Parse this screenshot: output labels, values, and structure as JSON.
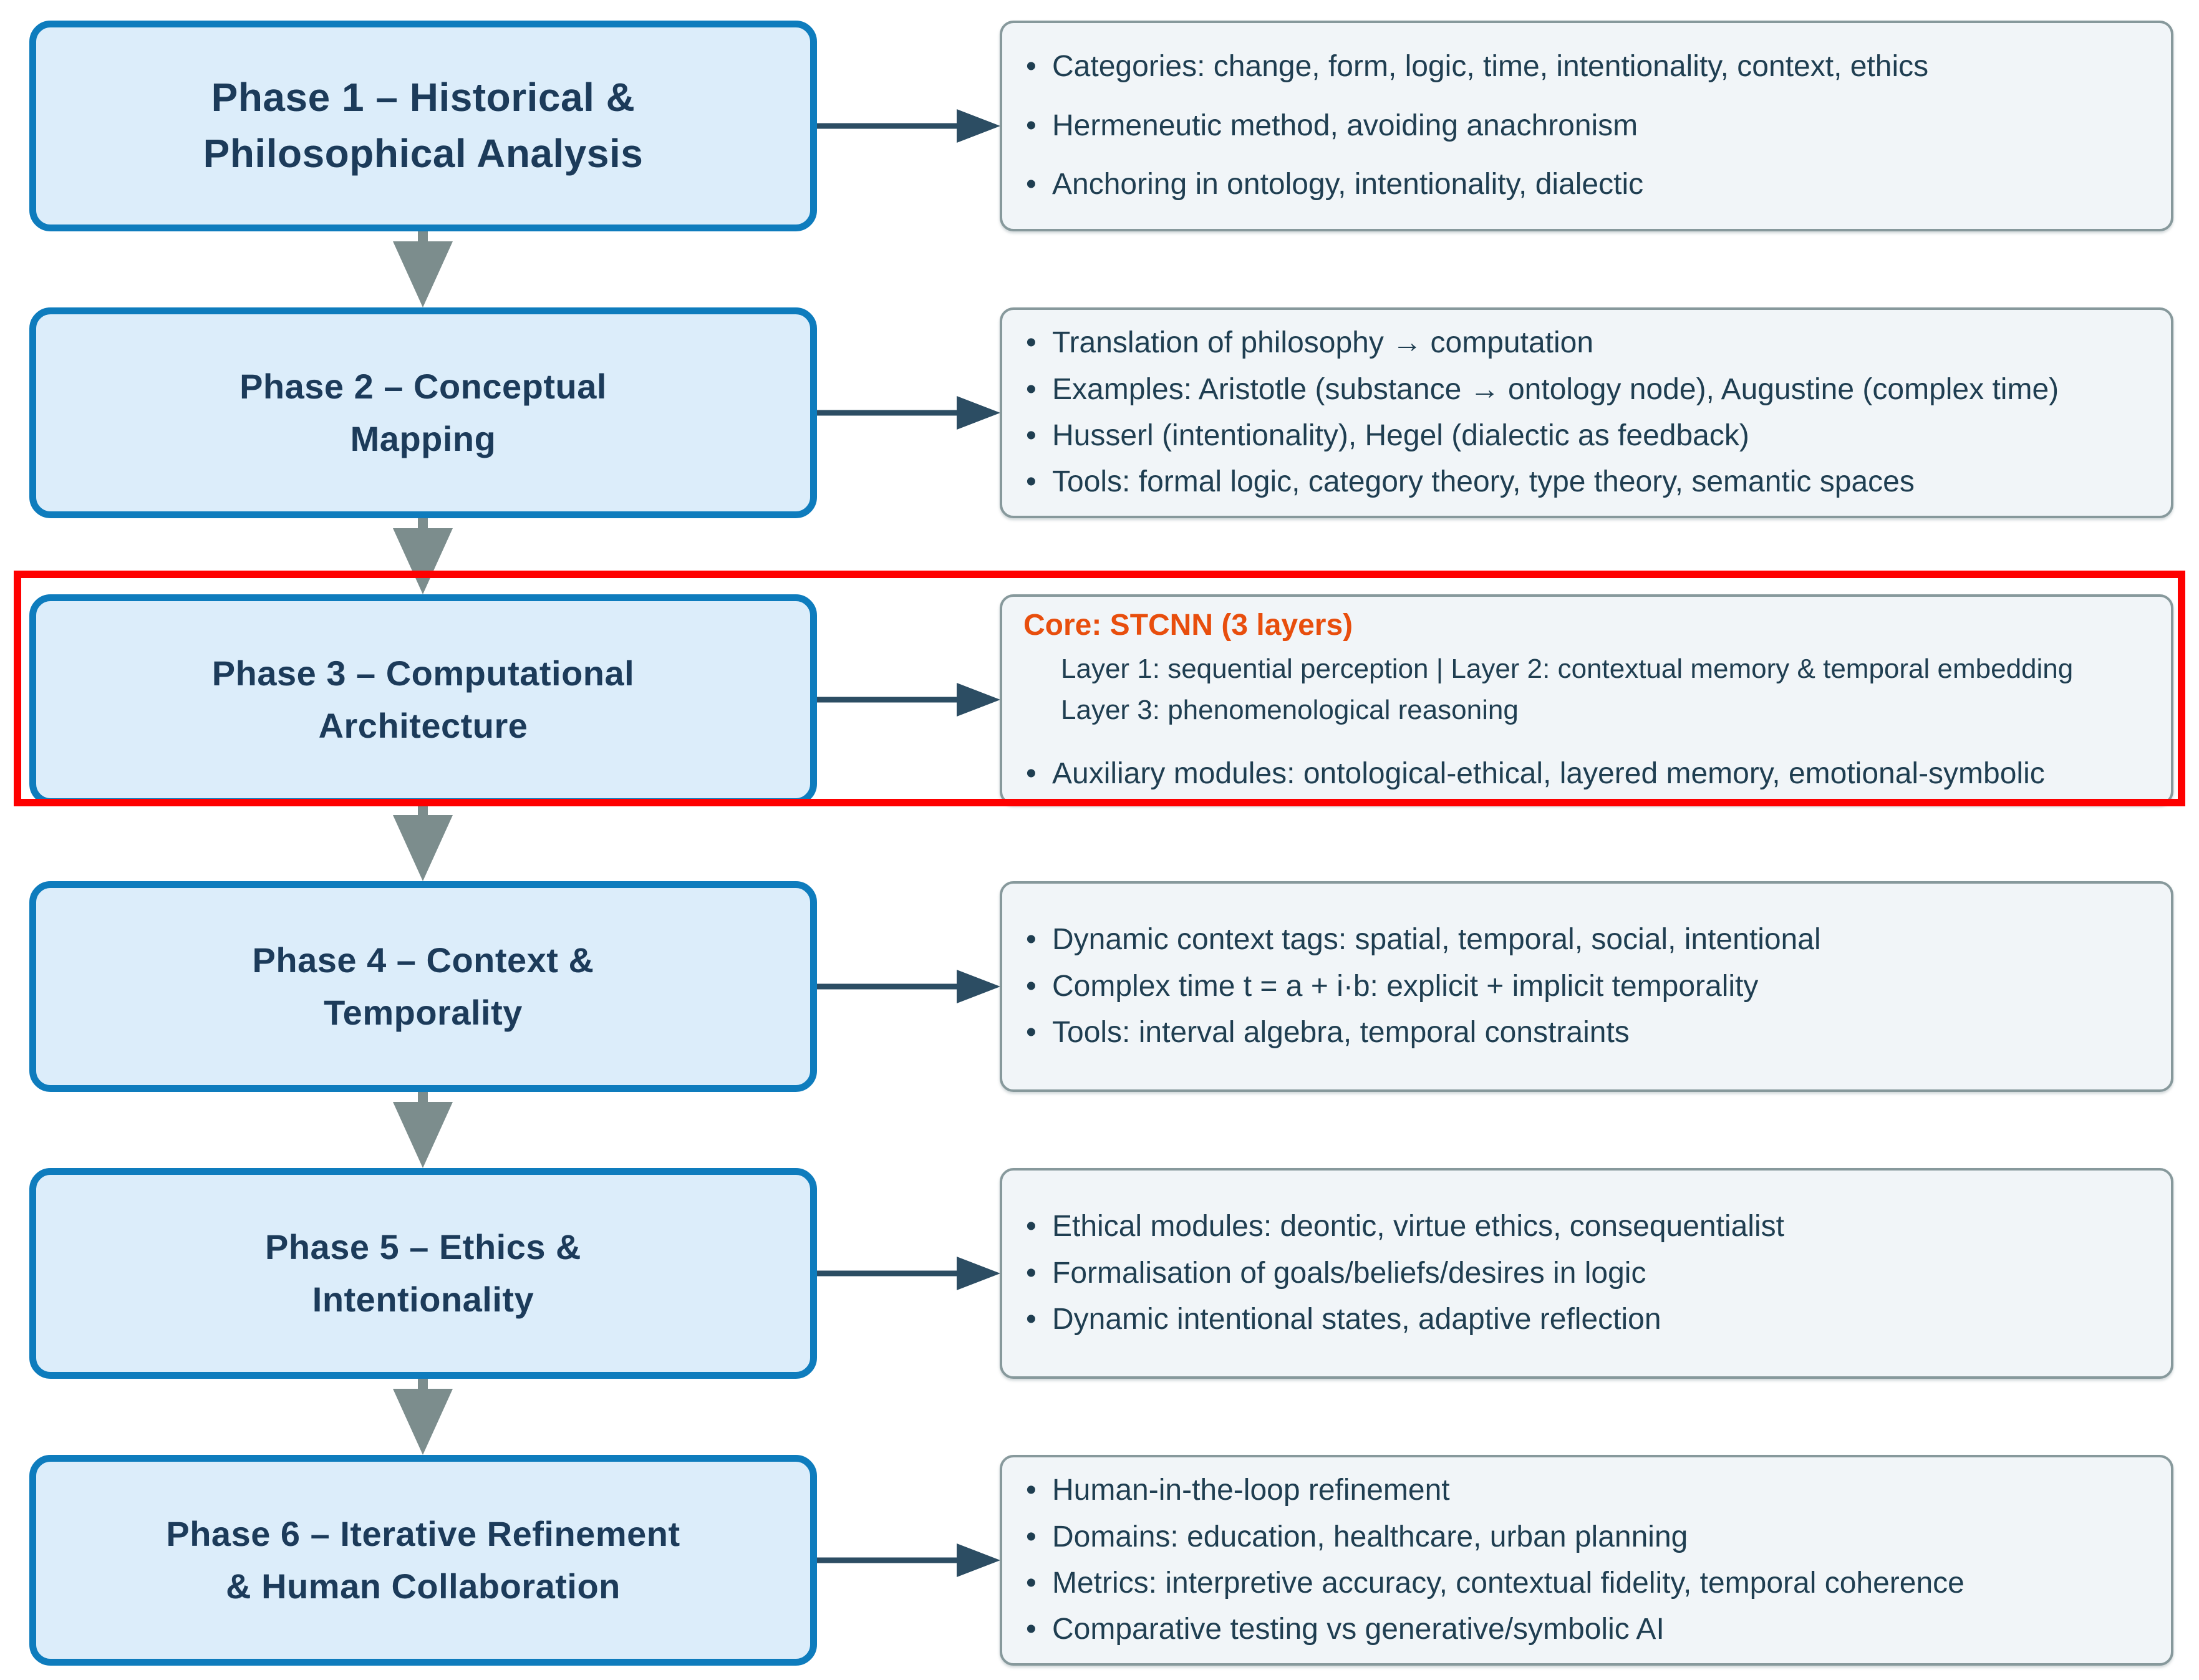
{
  "diagram": {
    "colors": {
      "box_fill": "#dcedfa",
      "box_border": "#0e7cbd",
      "title_color": "#1c3b5a",
      "panel_fill": "#f1f5f8",
      "panel_border": "#87999c",
      "text_color": "#1f3e51",
      "accent_orange": "#e84e0d",
      "highlight": "#fe0000",
      "h_arrow": "#2c4d63",
      "v_arrow": "#7c8d8d"
    },
    "phases": [
      {
        "title": "Phase 1 – Historical &\nPhilosophical Analysis",
        "bullets": [
          "Categories: change, form, logic, time, intentionality, context, ethics",
          "Hermeneutic method, avoiding anachronism",
          "Anchoring in ontology, intentionality, dialectic"
        ]
      },
      {
        "title": "Phase 2 – Conceptual\nMapping",
        "bullets": [
          "Translation of philosophy → computation",
          "Examples: Aristotle (substance → ontology node), Augustine (complex time)",
          "Husserl (intentionality), Hegel (dialectic as feedback)",
          "Tools: formal logic, category theory, type theory, semantic spaces"
        ]
      },
      {
        "title": "Phase 3 – Computational\nArchitecture",
        "highlighted": true,
        "core_heading": "Core: STCNN (3 layers)",
        "core_sublines": [
          "Layer 1: sequential perception | Layer 2: contextual memory & temporal embedding",
          "Layer 3: phenomenological reasoning"
        ],
        "bullets": [
          "Auxiliary modules: ontological-ethical, layered memory, emotional-symbolic"
        ]
      },
      {
        "title": "Phase 4 – Context &\nTemporality",
        "bullets": [
          "Dynamic context tags: spatial, temporal, social, intentional",
          "Complex time t = a + i·b: explicit + implicit temporality",
          "Tools: interval algebra, temporal constraints"
        ]
      },
      {
        "title": "Phase 5 – Ethics &\nIntentionality",
        "bullets": [
          "Ethical modules: deontic, virtue ethics, consequentialist",
          "Formalisation of goals/beliefs/desires in logic",
          "Dynamic intentional states, adaptive reflection"
        ]
      },
      {
        "title": "Phase 6 – Iterative Refinement\n& Human Collaboration",
        "bullets": [
          "Human-in-the-loop refinement",
          "Domains: education, healthcare, urban planning",
          "Metrics: interpretive accuracy, contextual fidelity, temporal coherence",
          "Comparative testing vs generative/symbolic AI"
        ]
      }
    ]
  }
}
